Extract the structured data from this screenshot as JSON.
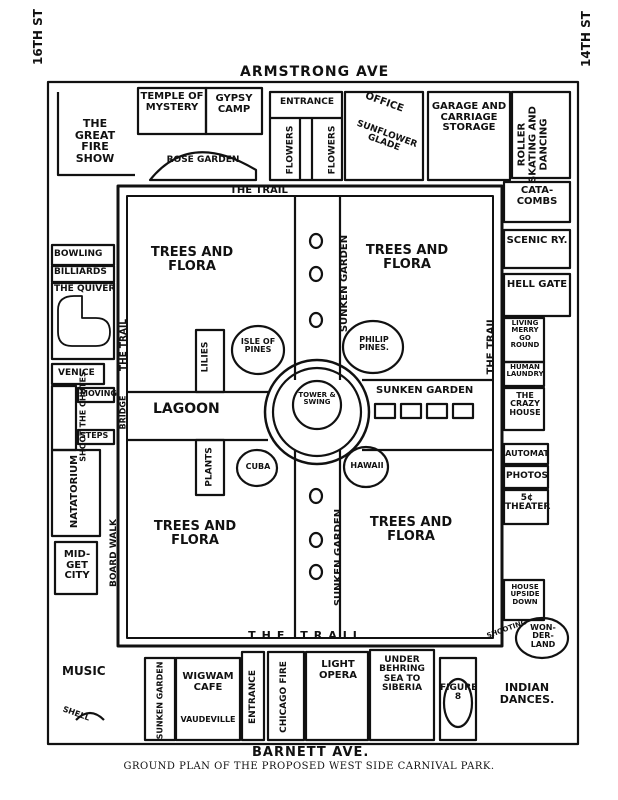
{
  "streets": {
    "north": "ARMSTRONG AVE",
    "south": "BARNETT AVE.",
    "west": "16TH ST",
    "east": "14TH ST"
  },
  "caption": "GROUND PLAN OF THE PROPOSED WEST SIDE CARNIVAL PARK.",
  "top_row": {
    "great_fire_show": "THE GREAT FIRE SHOW",
    "temple_of_mystery": "TEMPLE OF MYSTERY",
    "gypsy_camp": "GYPSY CAMP",
    "rose_garden": "ROSE GARDEN",
    "entrance": "ENTRANCE",
    "flowers": "FLOWERS",
    "office": "OFFICE",
    "sunflower_glade": "SUNFLOWER GLADE",
    "garage": "GARAGE AND CARRIAGE STORAGE",
    "roller_skating": "ROLLER SKATING AND DANCING"
  },
  "left_column": {
    "bowling": "BOWLING",
    "billiards": "BILLIARDS",
    "the_quiver": "THE QUIVER",
    "venice": "VENICE",
    "shoot_the_chutes": "SHOOT THE CHUTES",
    "moving": "MOVING",
    "steps": "STEPS",
    "natatorium": "NATATORIUM",
    "midget_city": "MID- GET CITY",
    "board_walk": "BOARD WALK",
    "music": "MUSIC",
    "shell": "SHELL"
  },
  "right_column": {
    "catacombs": "CATA- COMBS",
    "scenic_railway": "SCENIC RY.",
    "hell_gate": "HELL GATE",
    "living_merry_go_round": "LIVING MERRY GO ROUND",
    "human_laundry": "HUMAN LAUNDRY",
    "crazy_house": "THE CRAZY HOUSE",
    "automat": "AUTOMAT",
    "photos": "PHOTOS",
    "theater": "5¢ THEATER",
    "house_upside_down": "HOUSE UPSIDE DOWN",
    "wonderland": "WON- DER- LAND",
    "the_trail": "THE TRAIL",
    "shooting": "SHOOTING"
  },
  "bottom_row": {
    "sunken_garden": "SUNKEN GARDEN",
    "wigwam_cafe": "WIGWAM CAFE",
    "vaudeville": "VAUDEVILLE",
    "entrance": "ENTRANCE",
    "chicago_fire": "CHICAGO FIRE",
    "light_opera": "LIGHT OPERA",
    "bering_sea": "UNDER BEHRING SEA TO SIBERIA",
    "figure_8": "FIGURE 8",
    "indian_dances": "INDIAN DANCES."
  },
  "central": {
    "trees_flora": "TREES AND FLORA",
    "sunken_garden": "SUNKEN GARDEN",
    "lagoon": "LAGOON",
    "lilies": "LILIES",
    "plants": "PLANTS",
    "isle_of_pines": "ISLE OF PINES",
    "philip_pines": "PHILIP PINES.",
    "cuba": "CUBA",
    "hawaii": "HAWAII",
    "tower_swing": "TOWER & SWING",
    "the_trail": "THE TRAIL",
    "the_trail_left": "THE TRAIL",
    "bridge": "BRIDGE"
  }
}
